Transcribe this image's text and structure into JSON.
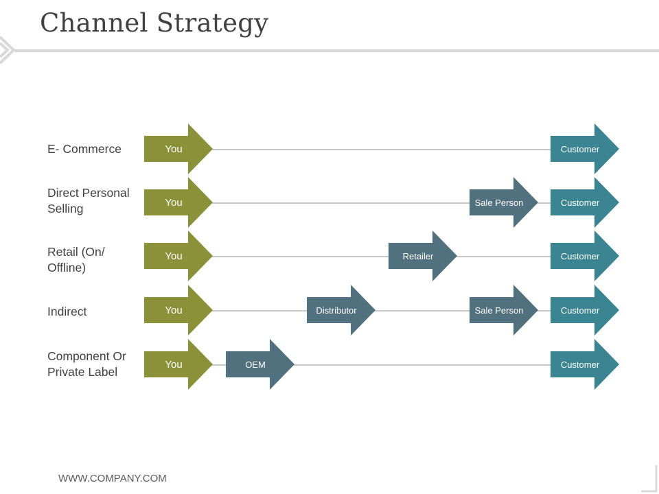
{
  "slide": {
    "title": "Channel Strategy",
    "footer": "WWW.COMPANY.COM"
  },
  "colors": {
    "you": "#8a9139",
    "middle": "#52717f",
    "customer": "#3b8491",
    "line": "#c8c8c8",
    "text": "#404040"
  },
  "rows": [
    {
      "label": "E- Commerce",
      "you": "You",
      "middle": [],
      "customer": "Customer"
    },
    {
      "label": "Direct Personal Selling",
      "you": "You",
      "middle": [
        "Sale Person"
      ],
      "customer": "Customer"
    },
    {
      "label": "Retail (On/ Offline)",
      "you": "You",
      "middle": [
        "Retailer"
      ],
      "customer": "Customer"
    },
    {
      "label": "Indirect",
      "you": "You",
      "middle": [
        "Distributor",
        "Sale Person"
      ],
      "customer": "Customer"
    },
    {
      "label": "Component Or Private Label",
      "you": "You",
      "middle": [
        "OEM"
      ],
      "customer": "Customer"
    }
  ]
}
